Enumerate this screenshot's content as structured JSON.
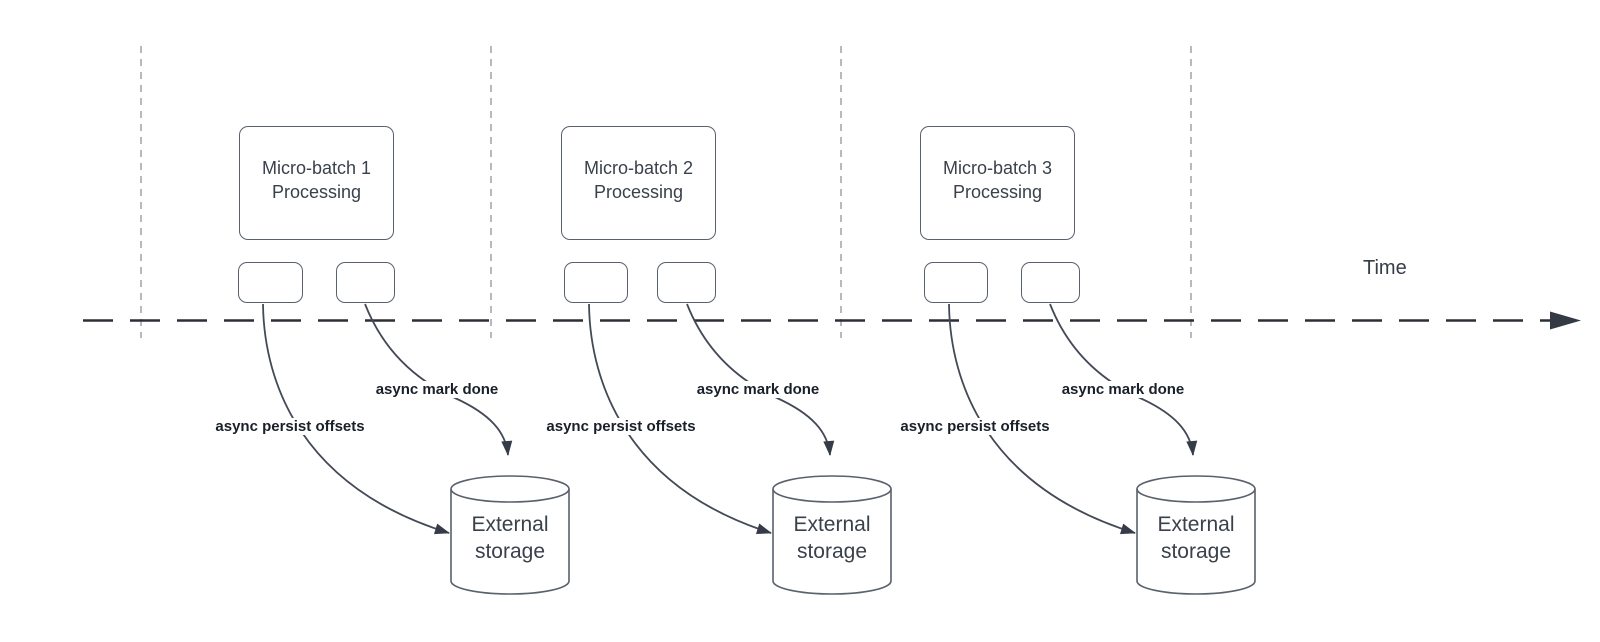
{
  "diagram": {
    "title_hint": "micro-batch async offset commit timeline",
    "time_label": "Time",
    "sections": [
      {
        "batch_label_line1": "Micro-batch 1",
        "batch_label_line2": "Processing",
        "persist_label": "async persist offsets",
        "mark_done_label": "async mark done",
        "storage_label_line1": "External",
        "storage_label_line2": "storage"
      },
      {
        "batch_label_line1": "Micro-batch 2",
        "batch_label_line2": "Processing",
        "persist_label": "async persist offsets",
        "mark_done_label": "async mark done",
        "storage_label_line1": "External",
        "storage_label_line2": "storage"
      },
      {
        "batch_label_line1": "Micro-batch 3",
        "batch_label_line2": "Processing",
        "persist_label": "async persist offsets",
        "mark_done_label": "async mark done",
        "storage_label_line1": "External",
        "storage_label_line2": "storage"
      }
    ],
    "colors": {
      "shape_border": "#59616c",
      "curve_stroke": "#434a56",
      "arrowhead_fill": "#363c47",
      "timeline_stroke": "#2b2f36",
      "tick_line_stroke": "#a4a8ae",
      "label_text": "#1a202a",
      "shape_text": "#3a414b"
    }
  }
}
